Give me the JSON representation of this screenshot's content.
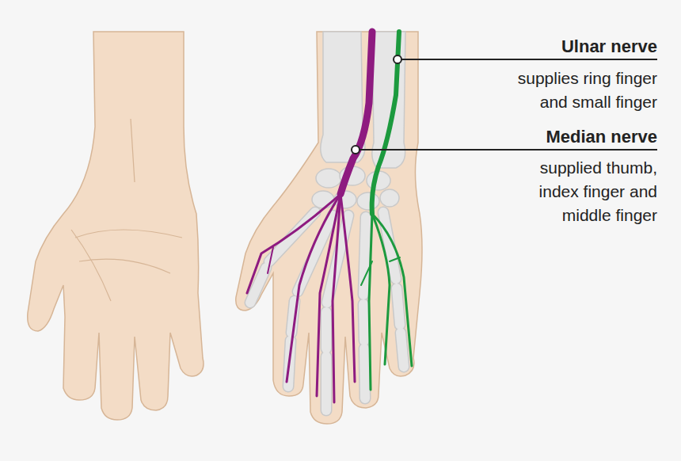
{
  "diagram": {
    "labels": [
      "Ulnar nerve",
      "supplies ring finger and small finger",
      "Median nerve",
      "supplied thumb, index finger and middle finger"
    ]
  }
}
